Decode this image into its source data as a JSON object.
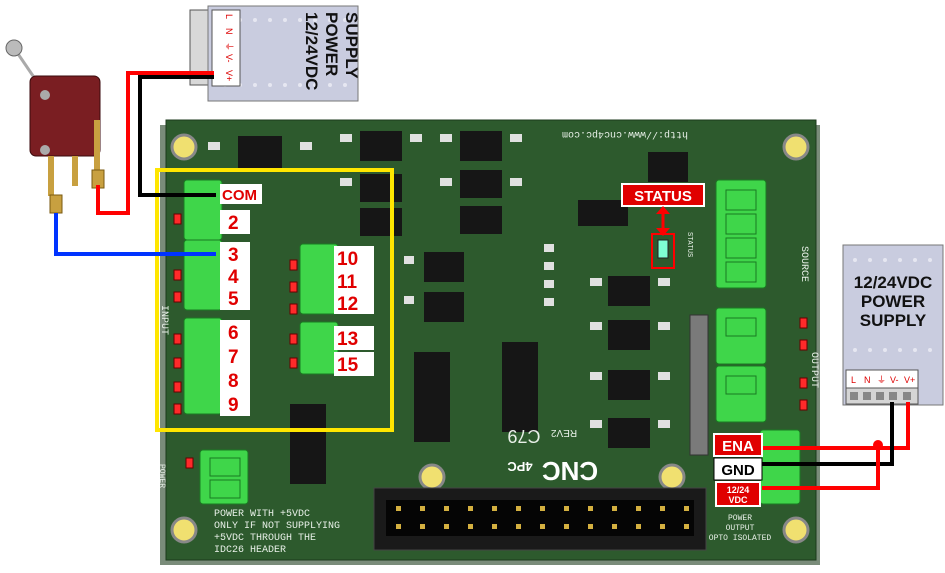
{
  "psu_top": {
    "title_lines": [
      "12/24VDC",
      "POWER",
      "SUPPLY"
    ],
    "terminals": [
      "L",
      "N",
      "⏚",
      "V-",
      "V+"
    ]
  },
  "psu_right": {
    "title_lines": [
      "12/24VDC",
      "POWER",
      "SUPPLY"
    ],
    "terminals": [
      "L",
      "N",
      "⏚",
      "V-",
      "V+"
    ]
  },
  "board": {
    "url": "http://www.cnc4pc.com",
    "model": "C79",
    "rev": "REV2",
    "brand_main": "CNC",
    "brand_sub": "4PC",
    "silk_input": "INPUT",
    "silk_source": "SOURCE",
    "silk_output": "OUTPUT",
    "silk_power": "POWER",
    "silk_status": "STATUS",
    "note_lines": [
      "POWER WITH +5VDC",
      "ONLY IF NOT SUPPLYING",
      "+5VDC THROUGH THE",
      "IDC26 HEADER"
    ],
    "power_output_lines": [
      "POWER",
      "OUTPUT",
      "OPTO ISOLATED"
    ]
  },
  "pins_left": [
    "COM",
    "2",
    "3",
    "4",
    "5",
    "6",
    "7",
    "8",
    "9"
  ],
  "pins_mid": [
    "10",
    "11",
    "12",
    "13",
    "15"
  ],
  "status_label": "STATUS",
  "outputs": {
    "ena": "ENA",
    "gnd": "GND",
    "v_lines": [
      "12/24",
      "VDC"
    ]
  },
  "colors": {
    "pcb": "#2d5a2d",
    "terminal": "#3fd64a",
    "highlight": "#ffe600",
    "wire_red": "#ff0000",
    "wire_black": "#000000",
    "wire_blue": "#0033ff",
    "pin_red": "#e00000"
  }
}
